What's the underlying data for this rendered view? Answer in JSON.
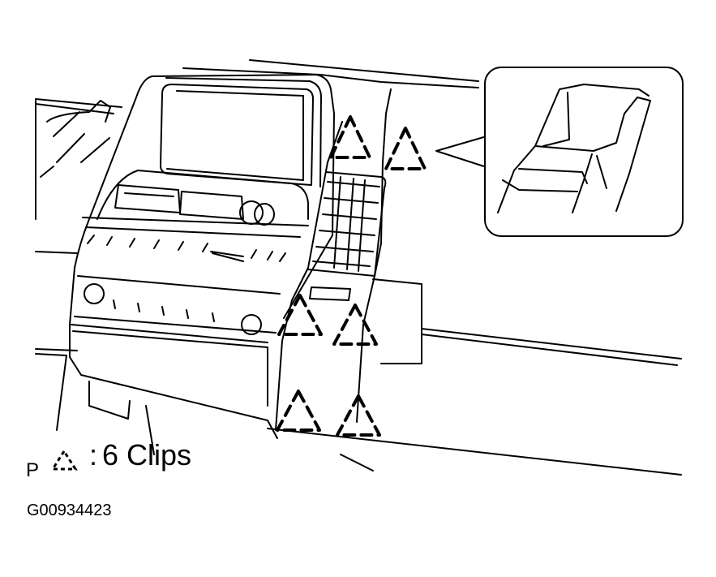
{
  "legend": {
    "prefix": "P",
    "separator": ":",
    "clip_label": "6 Clips"
  },
  "figure_code": "G00934423",
  "colors": {
    "line": "#000000",
    "background": "#ffffff"
  },
  "icons": {
    "clip_marker": "dashed-triangle"
  }
}
